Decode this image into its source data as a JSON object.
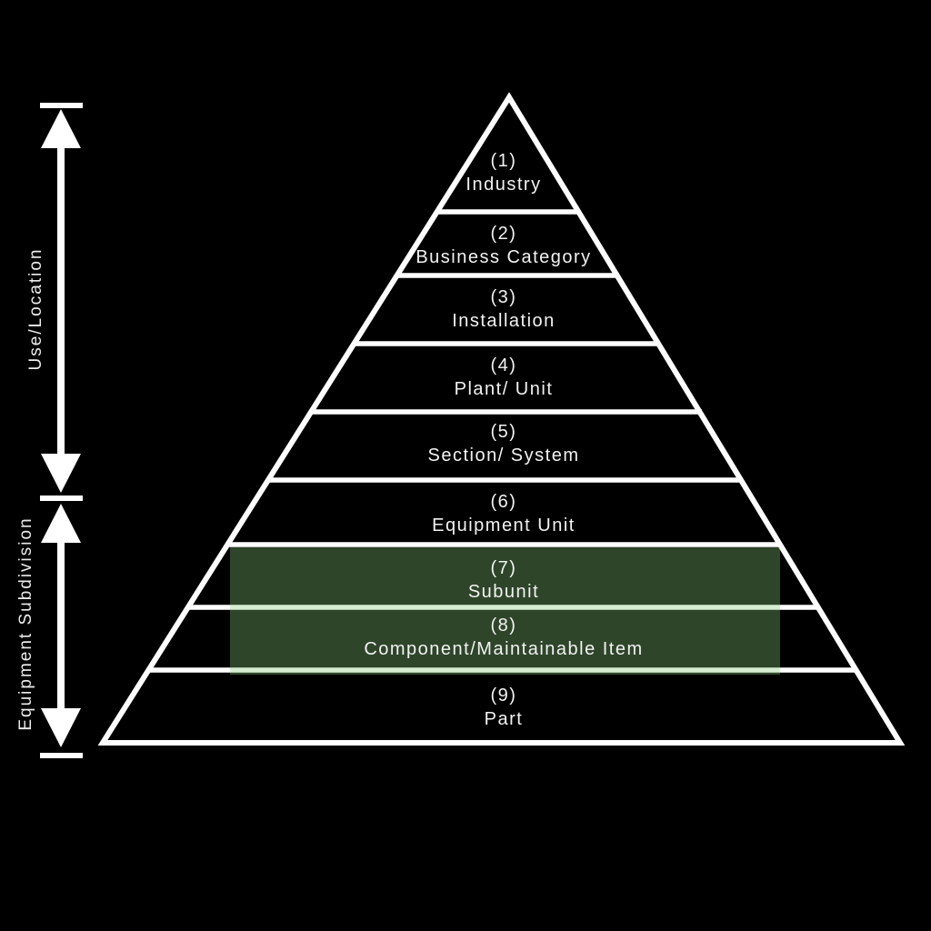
{
  "diagram": {
    "type": "pyramid",
    "levels": [
      {
        "number": "(1)",
        "label": "Industry",
        "highlighted": false
      },
      {
        "number": "(2)",
        "label": "Business Category",
        "highlighted": false
      },
      {
        "number": "(3)",
        "label": "Installation",
        "highlighted": false
      },
      {
        "number": "(4)",
        "label": "Plant/ Unit",
        "highlighted": false
      },
      {
        "number": "(5)",
        "label": "Section/ System",
        "highlighted": false
      },
      {
        "number": "(6)",
        "label": "Equipment Unit",
        "highlighted": false
      },
      {
        "number": "(7)",
        "label": "Subunit",
        "highlighted": true
      },
      {
        "number": "(8)",
        "label": "Component/Maintainable Item",
        "highlighted": true
      },
      {
        "number": "(9)",
        "label": "Part",
        "highlighted": false
      }
    ],
    "ranges": [
      {
        "label": "Use/Location",
        "covers_levels": "1-5"
      },
      {
        "label": "Equipment Subdivision",
        "covers_levels": "6-9"
      }
    ],
    "colors": {
      "background": "#000000",
      "line": "#ffffff",
      "text": "#f2f2f2",
      "highlight": "#86cb7a",
      "highlight_overlay_opacity": "0.34"
    }
  }
}
